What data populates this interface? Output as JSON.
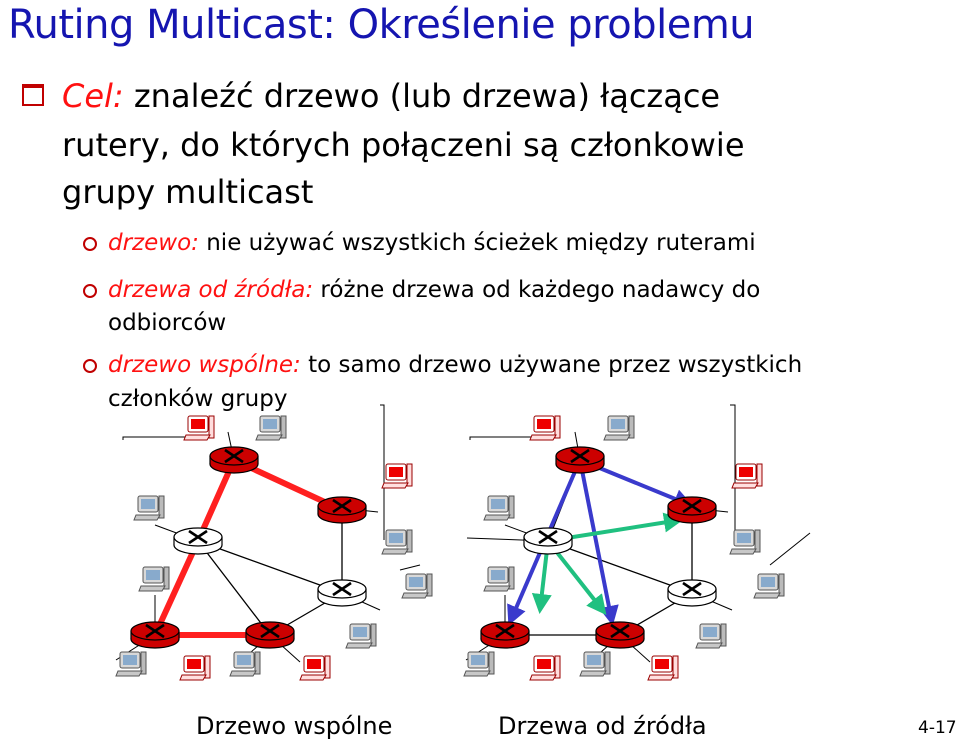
{
  "title": "Ruting Multicast: Określenie problemu",
  "goal": {
    "label": "Cel:",
    "line1": " znaleźć drzewo (lub drzewa) łączące",
    "line2": "rutery, do których połączeni są członkowie",
    "line3": "grupy multicast"
  },
  "bullets": [
    {
      "term": "drzewo:",
      "text": " nie używać wszystkich ścieżek między ruterami"
    },
    {
      "term": "drzewa od źródła:",
      "text": " różne drzewa od każdego nadawcy do",
      "text2": "odbiorców"
    },
    {
      "term": "drzewo wspólne:",
      "text": " to samo drzewo używane przez wszystkich",
      "text2": "członków grupy"
    }
  ],
  "captions": {
    "left": "Drzewo wspólne",
    "right": "Drzewa od źródła"
  },
  "page_number": "4-17",
  "colors": {
    "title": "#1515b0",
    "term": "#ff1111",
    "router_active": "#cc0000",
    "router_idle": "#ffffff",
    "shared_tree": "#ff2020",
    "source_tree_blue": "#3a3acc",
    "source_tree_green": "#20c080"
  },
  "icons": {
    "bullet_main": "box-bullet-icon",
    "bullet_sub": "circle-bullet-icon",
    "router": "router-icon",
    "host": "computer-icon",
    "member": "group-member-computer-icon"
  }
}
